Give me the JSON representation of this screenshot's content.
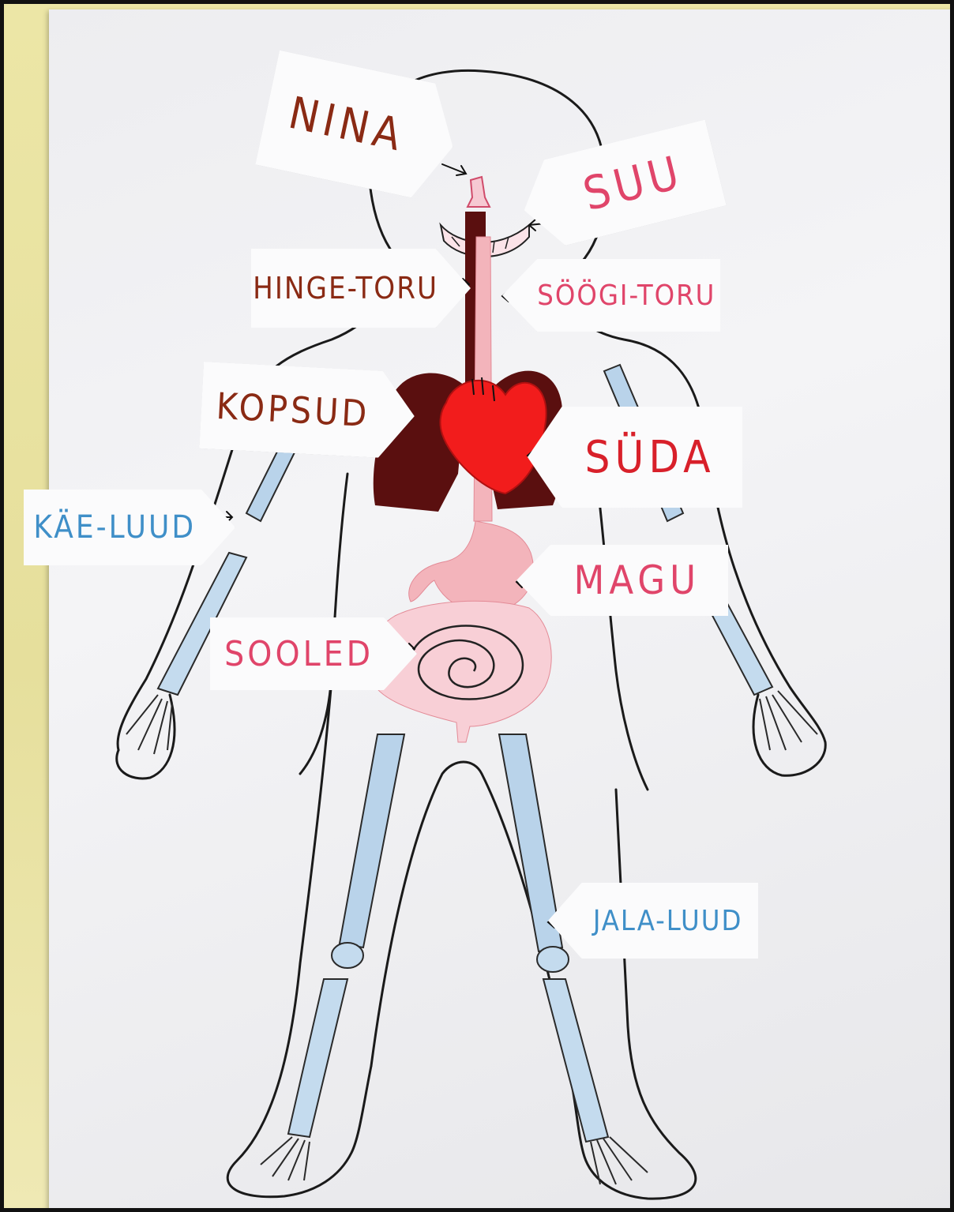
{
  "labels": {
    "nina": "NINA",
    "suu": "SUU",
    "hinge_toru": "HINGE-TORU",
    "soogi_toru": "SÖÖGI-TORU",
    "kopsud": "KOPSUD",
    "suda": "SÜDA",
    "kae_luud": "KÄE-LUUD",
    "magu": "MAGU",
    "sooled": "SOOLED",
    "jala_luud": "JALA-LUUD"
  },
  "colors": {
    "brown_label": "#8a2a14",
    "pink_label": "#e0456a",
    "red_label": "#d8202a",
    "blue_label": "#3f8fc8",
    "heart": "#f21c1c",
    "lungs": "#5a0f0f",
    "stomach": "#f3b4bb",
    "bone": "#b9d3ea",
    "wall": "#e9e2a2"
  }
}
